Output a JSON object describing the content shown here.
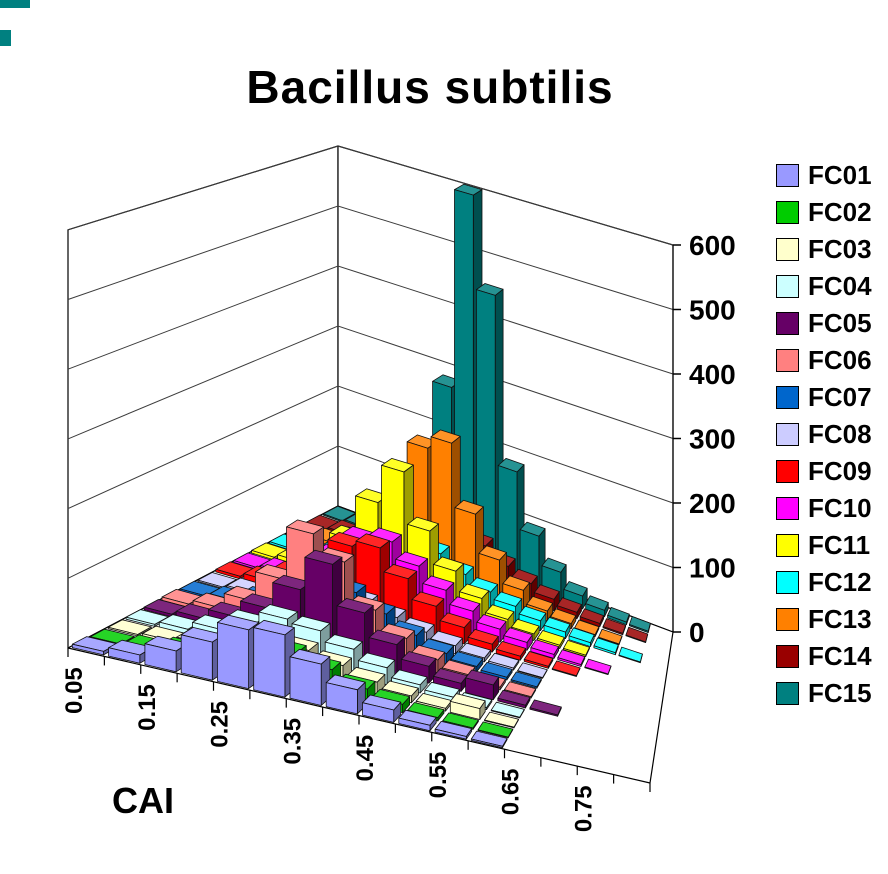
{
  "title": "Bacillus subtilis",
  "xlabel": "CAI",
  "decor": {
    "artifact_color": "#008080"
  },
  "chart_data": {
    "type": "bar",
    "projection": "3d",
    "title": "Bacillus subtilis",
    "xlabel": "CAI",
    "ylabel": "",
    "ylim": [
      0,
      600
    ],
    "value_ticks": [
      0,
      100,
      200,
      300,
      400,
      500,
      600
    ],
    "categories": [
      "0.05",
      "0.10",
      "0.15",
      "0.20",
      "0.25",
      "0.30",
      "0.35",
      "0.40",
      "0.45",
      "0.50",
      "0.55",
      "0.60",
      "0.65",
      "0.70",
      "0.75",
      "0.80"
    ],
    "category_tick_label_step": 2,
    "category_tick_labels": [
      "0.05",
      "0.15",
      "0.25",
      "0.35",
      "0.45",
      "0.55",
      "0.65",
      "0.75"
    ],
    "legend_position": "right",
    "grid": true,
    "series": [
      {
        "name": "FC01",
        "color": "#9999FF",
        "values": [
          5,
          12,
          30,
          55,
          85,
          90,
          60,
          35,
          18,
          8,
          4,
          2,
          0,
          0,
          0,
          0
        ]
      },
      {
        "name": "FC02",
        "color": "#00CC00",
        "values": [
          2,
          6,
          15,
          30,
          45,
          50,
          38,
          22,
          12,
          5,
          2,
          1,
          0,
          0,
          0,
          0
        ]
      },
      {
        "name": "FC03",
        "color": "#FFFFCC",
        "values": [
          2,
          5,
          12,
          25,
          35,
          40,
          30,
          18,
          10,
          4,
          16,
          1,
          0,
          0,
          0,
          0
        ]
      },
      {
        "name": "FC04",
        "color": "#CCFFFF",
        "values": [
          3,
          8,
          20,
          40,
          60,
          55,
          40,
          25,
          12,
          6,
          3,
          1,
          0,
          0,
          0,
          0
        ]
      },
      {
        "name": "FC05",
        "color": "#660066",
        "values": [
          4,
          10,
          25,
          50,
          90,
          140,
          80,
          45,
          25,
          12,
          22,
          4,
          2,
          0,
          0,
          0
        ]
      },
      {
        "name": "FC06",
        "color": "#FF8080",
        "values": [
          5,
          12,
          35,
          80,
          160,
          130,
          70,
          40,
          20,
          10,
          4,
          2,
          0,
          0,
          0,
          0
        ]
      },
      {
        "name": "FC07",
        "color": "#0066CC",
        "values": [
          3,
          8,
          20,
          45,
          75,
          70,
          50,
          30,
          15,
          8,
          4,
          2,
          0,
          0,
          0,
          0
        ]
      },
      {
        "name": "FC08",
        "color": "#CCCCFF",
        "values": [
          2,
          6,
          15,
          30,
          45,
          40,
          30,
          20,
          12,
          6,
          3,
          1,
          0,
          0,
          0,
          0
        ]
      },
      {
        "name": "FC09",
        "color": "#FF0000",
        "values": [
          4,
          10,
          30,
          60,
          100,
          110,
          75,
          45,
          25,
          12,
          6,
          3,
          1,
          0,
          0,
          0
        ]
      },
      {
        "name": "FC10",
        "color": "#FF00FF",
        "values": [
          3,
          8,
          25,
          55,
          95,
          105,
          80,
          55,
          35,
          20,
          12,
          6,
          3,
          1,
          0,
          0
        ]
      },
      {
        "name": "FC11",
        "color": "#FFFF00",
        "values": [
          4,
          10,
          30,
          70,
          140,
          200,
          120,
          70,
          40,
          20,
          10,
          5,
          2,
          0,
          0,
          0
        ]
      },
      {
        "name": "FC12",
        "color": "#00FFFF",
        "values": [
          3,
          8,
          20,
          45,
          80,
          90,
          70,
          50,
          35,
          25,
          15,
          10,
          6,
          3,
          1,
          0
        ]
      },
      {
        "name": "FC13",
        "color": "#FF8000",
        "values": [
          4,
          10,
          25,
          60,
          120,
          210,
          230,
          130,
          70,
          35,
          15,
          8,
          3,
          1,
          0,
          0
        ]
      },
      {
        "name": "FC14",
        "color": "#990000",
        "values": [
          3,
          8,
          20,
          45,
          80,
          100,
          90,
          65,
          45,
          30,
          18,
          10,
          5,
          2,
          1,
          0
        ]
      },
      {
        "name": "FC15",
        "color": "#008080",
        "values": [
          2,
          5,
          15,
          40,
          100,
          280,
          600,
          450,
          180,
          90,
          45,
          20,
          10,
          4,
          2,
          0
        ]
      }
    ]
  }
}
